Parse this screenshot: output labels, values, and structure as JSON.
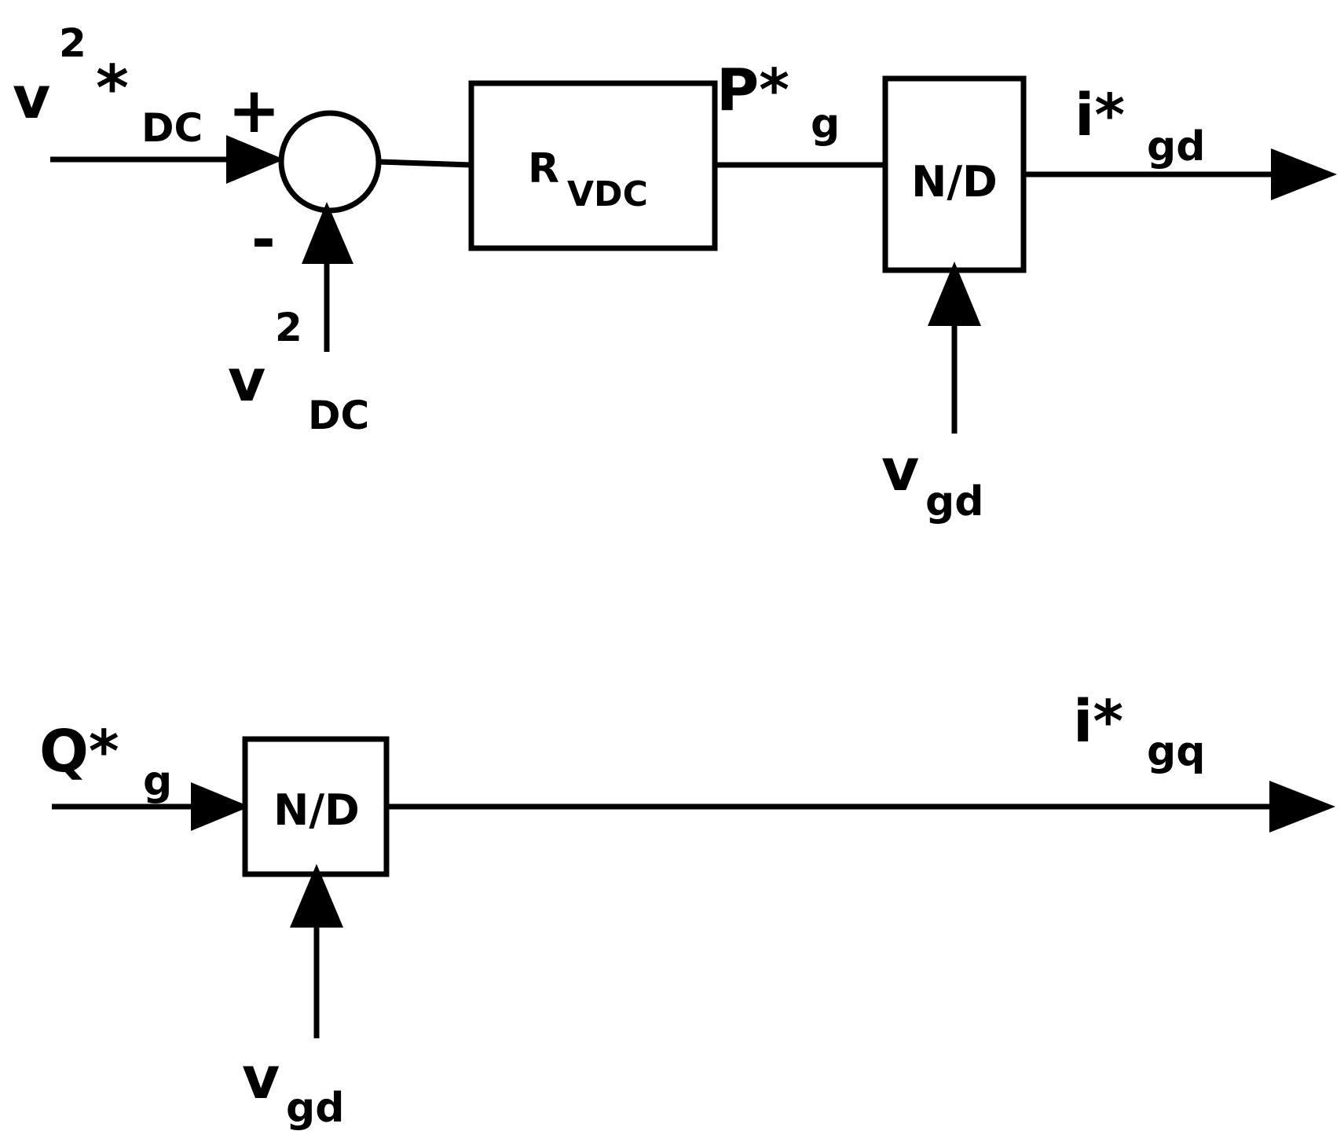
{
  "top": {
    "ref_input": {
      "base": "v",
      "superscript": "2",
      "star": "*",
      "subscript": "DC"
    },
    "sum_plus": "+",
    "sum_minus": "-",
    "feedback_input": {
      "base": "v",
      "superscript": "2",
      "subscript": "DC"
    },
    "controller": {
      "base": "R",
      "subscript": "VDC"
    },
    "power_ref": {
      "base": "P*",
      "subscript": "g"
    },
    "divider": "N/D",
    "divider_input": {
      "base": "v",
      "subscript": "gd"
    },
    "output": {
      "base": "i*",
      "subscript": "gd"
    }
  },
  "bottom": {
    "input": {
      "base": "Q*",
      "subscript": "g"
    },
    "divider": "N/D",
    "divider_input": {
      "base": "v",
      "subscript": "gd"
    },
    "output": {
      "base": "i*",
      "subscript": "gq"
    }
  }
}
